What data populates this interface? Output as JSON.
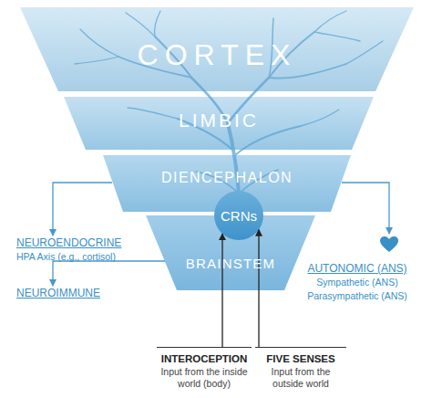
{
  "diagram": {
    "nodes": [
      {
        "text": [
          "CORTEX"
        ]
      },
      {
        "text": [
          "LIMBIC"
        ]
      },
      {
        "text": [
          "DIENCEPHALON"
        ]
      },
      {
        "text": [
          "CRNs"
        ]
      },
      {
        "text": [
          "NEUROENDOCRINE",
          "HPA Axis (e.g., cortisol)"
        ]
      },
      {
        "text": [
          "AUTONOMIC (ANS)",
          "Sympathetic (ANS)",
          "Parasympathetic (ANS)"
        ]
      },
      {
        "text": [
          "BRAINSTEM"
        ]
      },
      {
        "text": [
          "NEUROIMMUNE"
        ]
      },
      {
        "text": [
          "INTEROCEPTION",
          "Input from the inside world (body)"
        ]
      },
      {
        "text": [
          "FIVE SENSES",
          "Input from the outside world"
        ]
      }
    ],
    "edges": [
      {
        "from": 2,
        "to": 4,
        "arrow": "to"
      },
      {
        "from": 2,
        "to": 5,
        "arrow": "to"
      },
      {
        "from": 6,
        "to": 7,
        "arrow": "to"
      },
      {
        "from": 8,
        "to": 3,
        "arrow": "to"
      },
      {
        "from": 9,
        "to": 3,
        "arrow": "to"
      }
    ]
  }
}
